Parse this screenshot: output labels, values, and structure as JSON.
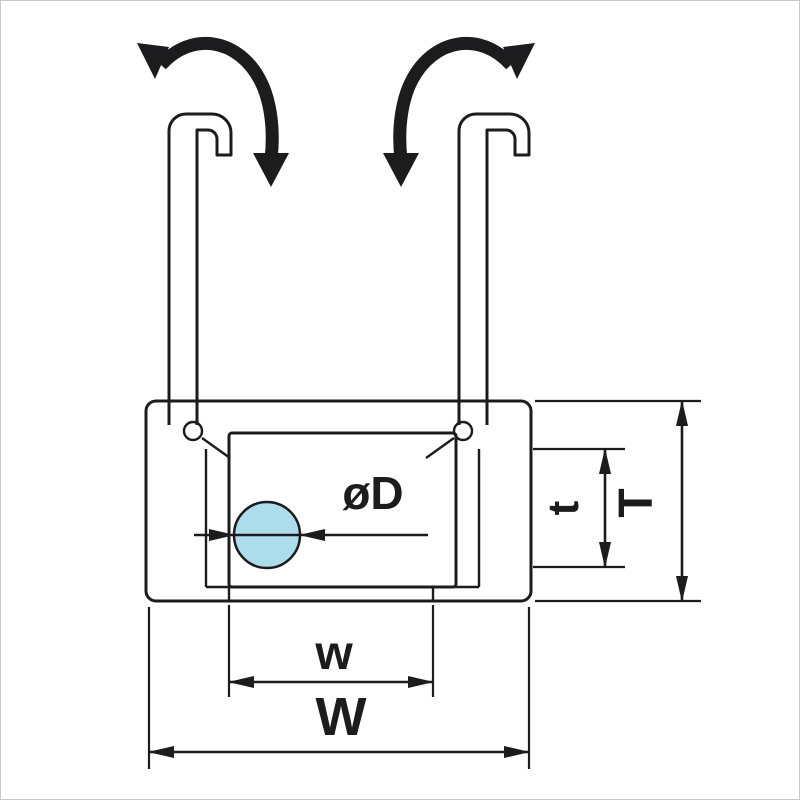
{
  "diagram": {
    "type": "engineering-cross-section",
    "subject": "snap-in pipe/rod clamp channel profile with spring arms",
    "labels": {
      "rod_diameter": "øD",
      "inner_height": "t",
      "overall_height": "T",
      "slot_width": "w",
      "overall_width": "W"
    },
    "colors": {
      "line": "#1c1c1e",
      "rod_fill": "#abddec",
      "background": "#ffffff",
      "border": "#c9c9c9"
    }
  }
}
